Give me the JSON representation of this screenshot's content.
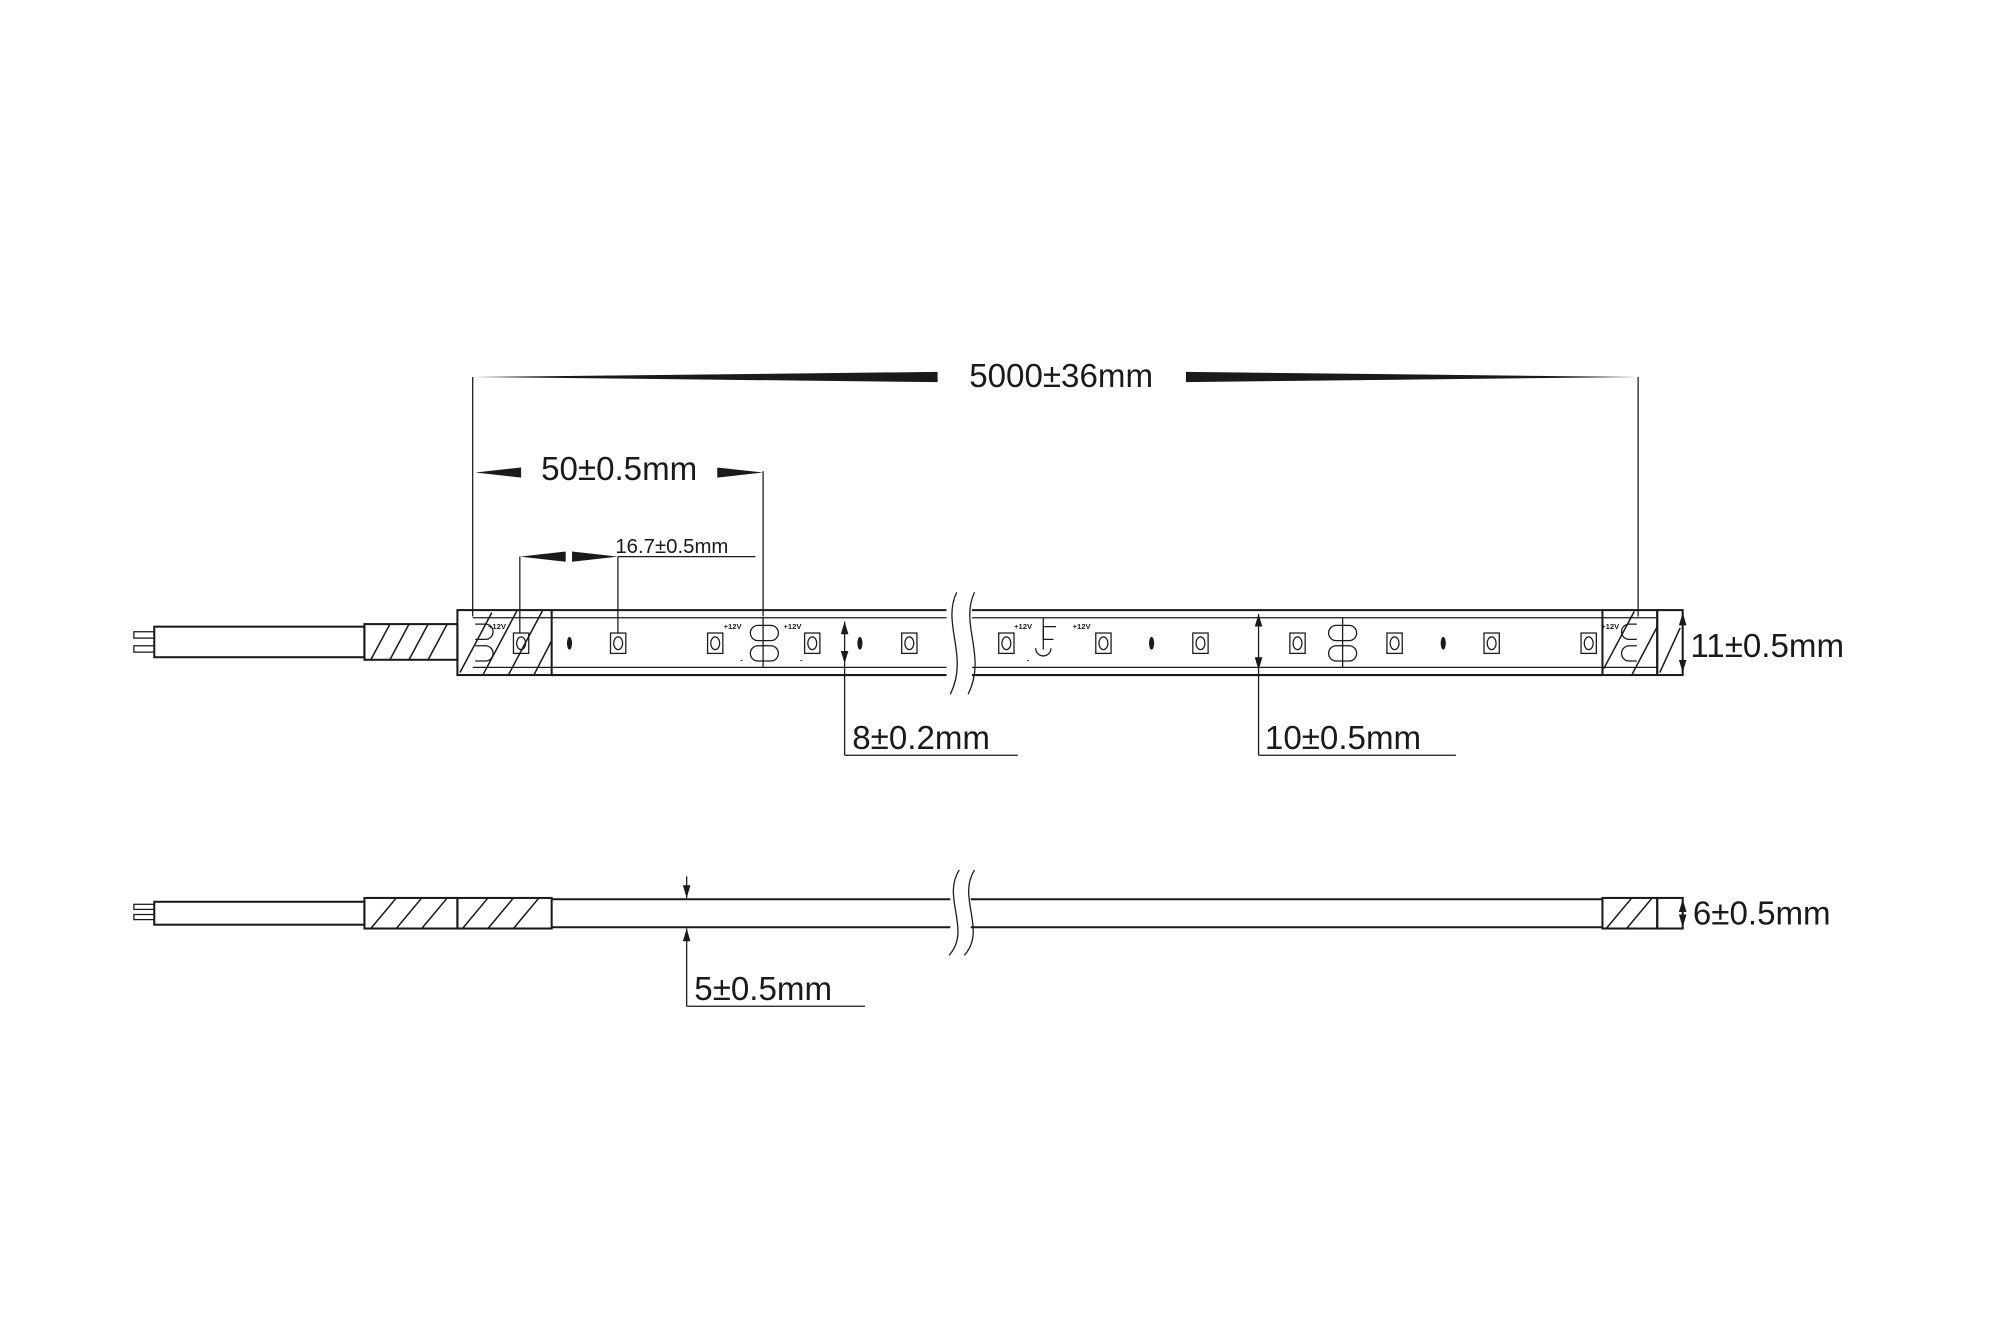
{
  "dimensions": {
    "total_length": "5000±36mm",
    "cut_length": "50±0.5mm",
    "led_pitch": "16.7±0.5mm",
    "pcb_width": "8±0.2mm",
    "strip_width": "10±0.5mm",
    "end_cap_width": "11±0.5mm",
    "end_cap_height": "6±0.5mm",
    "strip_height": "5±0.5mm"
  },
  "pad_labels": {
    "positive": "+12V",
    "negative": "-"
  },
  "led_count_visible": 12
}
